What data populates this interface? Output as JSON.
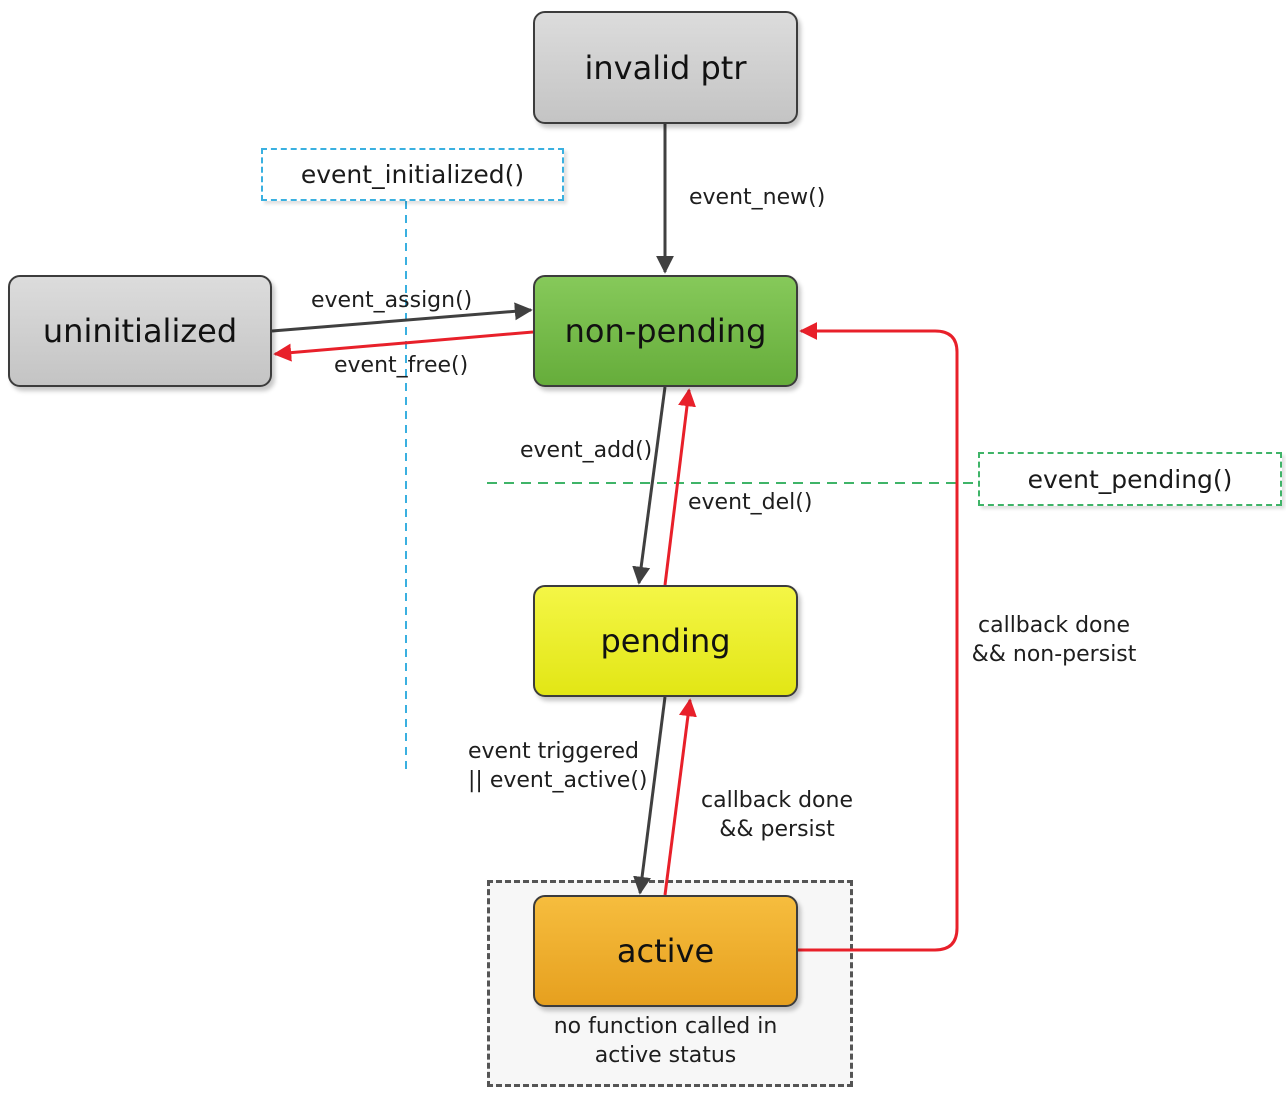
{
  "states": {
    "invalid_ptr": "invalid ptr",
    "uninitialized": "uninitialized",
    "non_pending": "non-pending",
    "pending": "pending",
    "active": "active"
  },
  "queries": {
    "initialized": "event_initialized()",
    "pending": "event_pending()"
  },
  "transitions": {
    "event_new": "event_new()",
    "event_assign": "event_assign()",
    "event_free": "event_free()",
    "event_add": "event_add()",
    "event_del": "event_del()",
    "triggered_line1": "event triggered",
    "triggered_line2": "|| event_active()",
    "persist_line1": "callback done",
    "persist_line2": "&& persist",
    "nonpersist_line1": "callback done",
    "nonpersist_line2": "&& non-persist"
  },
  "active_group": {
    "note_line1": "no function called in",
    "note_line2": "active status"
  },
  "colors": {
    "forward_arrow": "#404040",
    "backward_arrow": "#e8202a",
    "init_query_border": "#3ab0e0",
    "pending_query_border": "#3fb468",
    "invalid_fill": "#cfcfcf",
    "non_pending_fill": "#74b84a",
    "pending_fill": "#ecee2c",
    "active_fill": "#eeaa2c"
  }
}
